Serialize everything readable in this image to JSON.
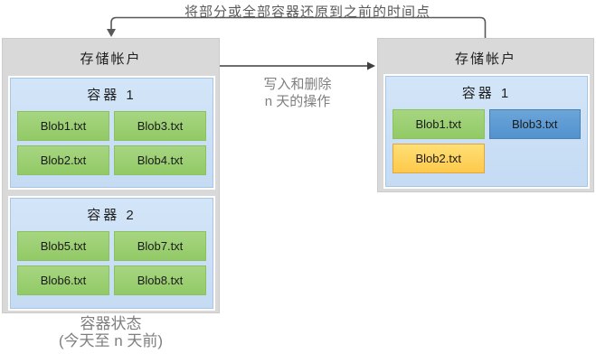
{
  "colors": {
    "box_bg": "#d9d9d9",
    "container_bg": "#cde1f6",
    "container_border": "#a9c7e5",
    "green_blob": "#9bd072",
    "blue_blob": "#5b9bd5",
    "yellow_blob": "#ffd45e",
    "line": "#595959",
    "muted_text": "#7f7f7f"
  },
  "top_annotation": "将部分或全部容器还原到之前的时间点",
  "middle_annotation": {
    "line1": "写入和删除",
    "line2": "n 天的操作"
  },
  "bottom_annotation": {
    "line1": "容器状态",
    "line2": "(今天至 n 天前)"
  },
  "left_account": {
    "title": "存储帐户",
    "containers": [
      {
        "title": "容器 1",
        "blobs": [
          {
            "label": "Blob1.txt",
            "type": "green"
          },
          {
            "label": "Blob3.txt",
            "type": "green"
          },
          {
            "label": "Blob2.txt",
            "type": "green"
          },
          {
            "label": "Blob4.txt",
            "type": "green"
          }
        ]
      },
      {
        "title": "容器 2",
        "blobs": [
          {
            "label": "Blob5.txt",
            "type": "green"
          },
          {
            "label": "Blob7.txt",
            "type": "green"
          },
          {
            "label": "Blob6.txt",
            "type": "green"
          },
          {
            "label": "Blob8.txt",
            "type": "green"
          }
        ]
      }
    ]
  },
  "right_account": {
    "title": "存储帐户",
    "containers": [
      {
        "title": "容器 1",
        "blobs": [
          {
            "label": "Blob1.txt",
            "type": "green"
          },
          {
            "label": "Blob3.txt",
            "type": "blue"
          },
          {
            "label": "Blob2.txt",
            "type": "yellow"
          }
        ]
      }
    ]
  }
}
